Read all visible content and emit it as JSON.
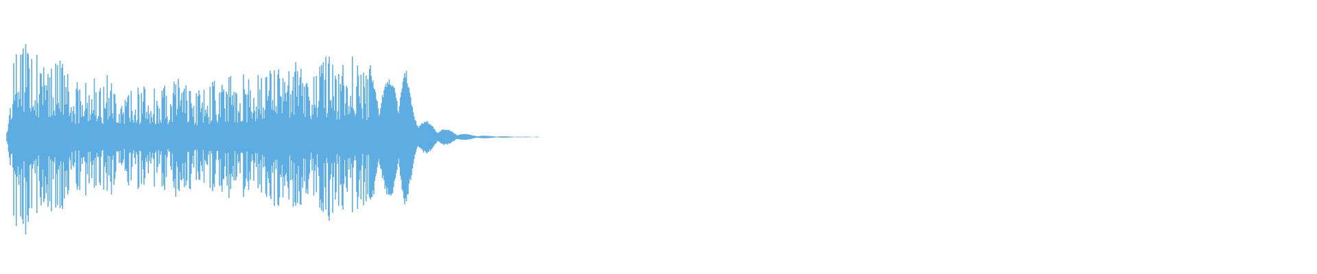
{
  "waveform": {
    "color": "#5dade2",
    "background": "#ffffff",
    "duration_fraction_active": 0.41,
    "peak_envelope": [
      0.05,
      0.98,
      1.0,
      0.92,
      0.7,
      0.66,
      0.84,
      0.6,
      0.5,
      0.55,
      0.58,
      0.48,
      0.62,
      0.52,
      0.44,
      0.55,
      0.5,
      0.45,
      0.52,
      0.48,
      0.58,
      0.46,
      0.5,
      0.44,
      0.55,
      0.48,
      0.6,
      0.5,
      0.56,
      0.66,
      0.58,
      0.62,
      0.7,
      0.64,
      0.72,
      0.74,
      0.66,
      0.7,
      0.78,
      0.68,
      0.76,
      0.82,
      0.7,
      0.64,
      0.58,
      0.52,
      0.62,
      0.7,
      0.3,
      0.18,
      0.13,
      0.1,
      0.07,
      0.05,
      0.03,
      0.02,
      0.015,
      0.01,
      0.008,
      0.006,
      0.004,
      0.003,
      0.002,
      0.001
    ]
  }
}
